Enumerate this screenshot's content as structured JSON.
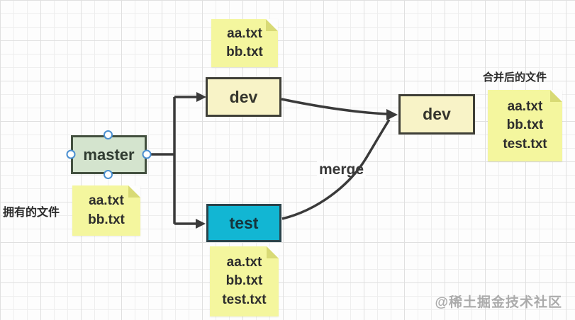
{
  "diagram": {
    "nodes": {
      "master": {
        "label": "master"
      },
      "dev_branch": {
        "label": "dev"
      },
      "test_branch": {
        "label": "test"
      },
      "dev_merged": {
        "label": "dev"
      }
    },
    "notes": {
      "dev_files": {
        "lines": [
          "aa.txt",
          "bb.txt"
        ]
      },
      "master_files": {
        "lines": [
          "aa.txt",
          "bb.txt"
        ]
      },
      "test_files": {
        "lines": [
          "aa.txt",
          "bb.txt",
          "test.txt"
        ]
      },
      "merged_files": {
        "lines": [
          "aa.txt",
          "bb.txt",
          "test.txt"
        ]
      }
    },
    "labels": {
      "owned_files": "拥有的文件",
      "merged_files_caption": "合并后的文件",
      "merge_edge": "merge"
    },
    "watermark": "@稀土掘金技术社区",
    "colors": {
      "master_fill": "#d4e4ce",
      "branch_fill": "#f8f3c7",
      "test_fill": "#12b6d3",
      "note_fill": "#f4f69e",
      "note_fold": "#d8da75",
      "connector": "#3a3a3a",
      "selection_handle": "#4a8fd0"
    }
  }
}
